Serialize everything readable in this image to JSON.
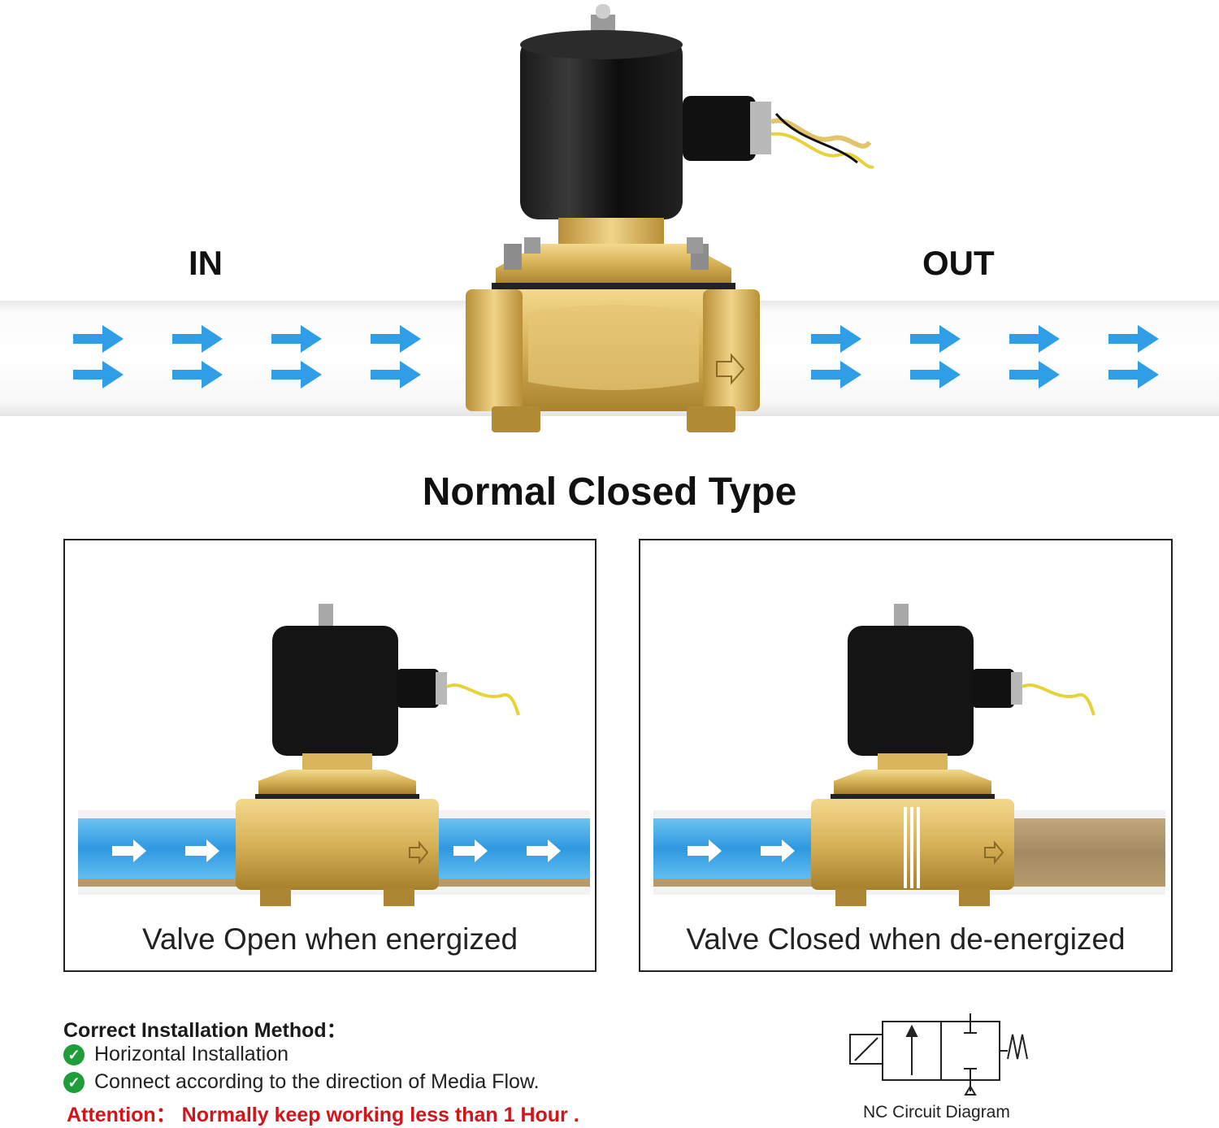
{
  "top": {
    "in_label": "IN",
    "out_label": "OUT",
    "arrow_color": "#2f9ee6"
  },
  "title": "Normal Closed Type",
  "panels": {
    "left_caption": "Valve Open when energized",
    "right_caption": "Valve Closed when de-energized"
  },
  "installation": {
    "title": "Correct Installation Method：",
    "items": [
      "Horizontal Installation",
      "Connect according to the direction of Media Flow."
    ],
    "attention": "Attention： Normally keep working less than 1 Hour ."
  },
  "circuit": {
    "label": "NC Circuit Diagram"
  },
  "colors": {
    "brass": "#d8b45a",
    "coil": "#111111",
    "water": "#3aa6e8",
    "sediment": "#a9916a",
    "attention": "#d2141b",
    "check": "#1f9d3a"
  }
}
